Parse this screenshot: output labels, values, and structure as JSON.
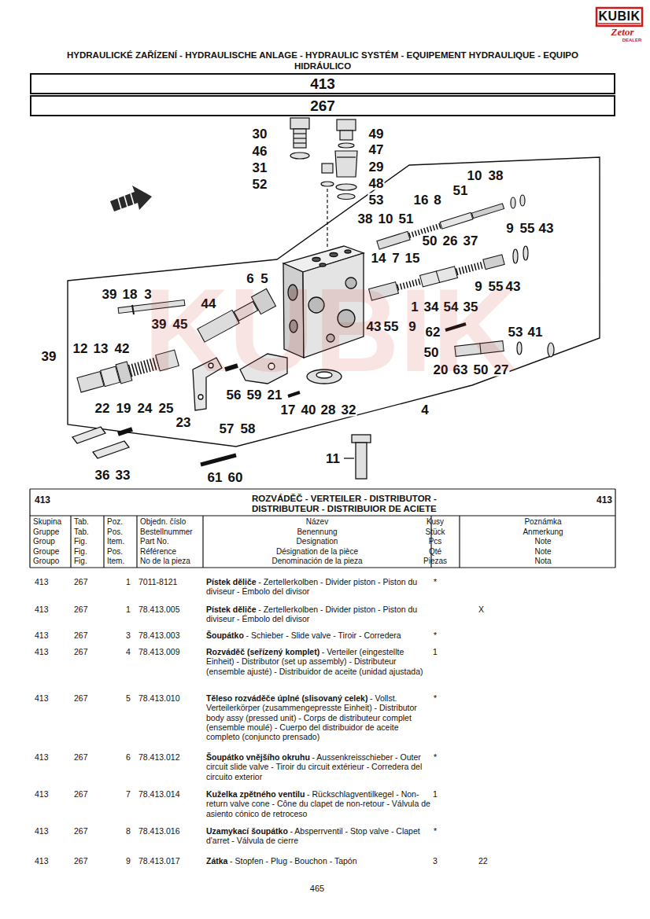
{
  "diagram": {
    "title": "HYDRAULICKÉ ZAŘÍZENÍ - HYDRAULISCHE ANLAGE - HYDRAULIC SYSTÉM - EQUIPEMENT HYDRAULIQUE - EQUIPO HIDRÁULICO",
    "nodes": [
      {
        "text": [
          "413"
        ]
      },
      {
        "text": [
          "267"
        ]
      }
    ],
    "labels": [
      "30",
      "46",
      "31",
      "52",
      "49",
      "47",
      "29",
      "48",
      "53",
      "10",
      "38",
      "51",
      "16",
      "8",
      "38",
      "10",
      "51",
      "9",
      "55",
      "43",
      "50",
      "26",
      "37",
      "14",
      "7",
      "15",
      "6",
      "5",
      "9",
      "55",
      "43",
      "39",
      "18",
      "3",
      "44",
      "1",
      "34",
      "54",
      "35",
      "43",
      "55",
      "9",
      "39",
      "45",
      "62",
      "53",
      "41",
      "39",
      "12",
      "13",
      "42",
      "50",
      "20",
      "63",
      "50",
      "27",
      "56",
      "59",
      "21",
      "22",
      "19",
      "24",
      "25",
      "17",
      "40",
      "28",
      "32",
      "4",
      "23",
      "57",
      "58",
      "11",
      "36",
      "33",
      "61",
      "60",
      "KUBIK",
      "Zetor",
      "DEALER",
      "KUBIK",
      "413",
      "ROZVÁDĚČ - VERTEILER - DISTRIBUTOR - DISTRIBUTEUR - DISTRIBUIOR DE ACIETE",
      "413",
      "Skupina",
      "Gruppe",
      "Group",
      "Groupe",
      "Groupo",
      "Tab.",
      "Tab.",
      "Fig.",
      "Fig.",
      "Fig.",
      "Poz.",
      "Pos.",
      "Item.",
      "Pos.",
      "Item.",
      "Objedn. číslo",
      "Bestellnummer",
      "Part No.",
      "Référence",
      "No de la pieza",
      "Název",
      "Benennung",
      "Designation",
      "Désignation de la pièce",
      "Denominación de la pieza",
      "Kusy",
      "Stück",
      "Pcs",
      "Qté",
      "Piezas",
      "Poznámka",
      "Anmerkung",
      "Note",
      "Note",
      "Nota",
      "413",
      "267",
      "1",
      "7011-8121",
      "Pístek děliče",
      "- Zertellerkolben - Divider piston - Piston du diviseur - Émbolo del divisor",
      "*",
      "413",
      "267",
      "1",
      "78.413.005",
      "Pístek děliče",
      "- Zertellerkolben - Divider piston - Piston du diviseur - Émbolo del divisor",
      "X",
      "413",
      "267",
      "3",
      "78.413.003",
      "Šoupátko",
      "- Schieber - Slide valve - Tiroir - Corredera",
      "*",
      "413",
      "267",
      "4",
      "78.413.009",
      "Rozváděč (seřízený komplet)",
      "- Verteiler (eingestellte Einheit) - Distributor (set up assembly) - Distributeur (ensemble ajusté) - Distribuidor de aceite (unidad ajustada)",
      "1",
      "413",
      "267",
      "5",
      "78.413.010",
      "Těleso rozváděče úplné (slisovaný celek)",
      "- Vollst. Verteilerkörper (zusammengepresste Einheit) - Distributor body assy (pressed unit) - Corps de distributeur complet (ensemble moulé) - Cuerpo del distribuidor de aceite completo (conjuncto prensado)",
      "*",
      "413",
      "267",
      "6",
      "78.413.012",
      "Šoupátko vnějšího okruhu",
      "- Aussenkreisschieber - Outer circuit slide valve - Tiroir du circuit extérieur - Corredera del circuito exterior",
      "*",
      "413",
      "267",
      "7",
      "78.413.014",
      "Kuželka zpětného ventilu",
      "- Rückschlagventilkegel - Non-return valve cone - Cône du clapet de non-retour - Válvula de asiento cónico de retroceso",
      "1",
      "413",
      "267",
      "8",
      "78.413.016",
      "Uzamykací šoupátko",
      "- Absperrventil - Stop valve - Clapet d'arret - Válvula de cierre",
      "*",
      "413",
      "267",
      "9",
      "78.413.017",
      "Zátka",
      "- Stopfen - Plug - Bouchon - Tapón",
      "3",
      "22",
      "465"
    ]
  }
}
